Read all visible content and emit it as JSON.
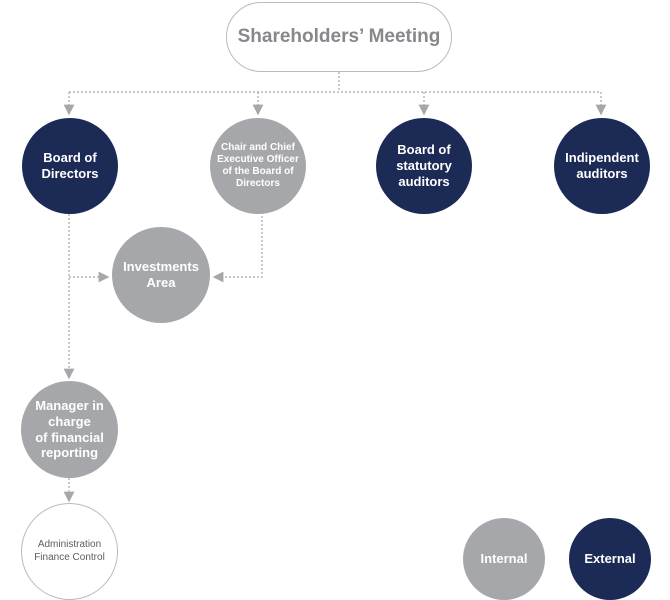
{
  "colors": {
    "external": "#1c2a56",
    "internal": "#a6a7aa",
    "outline": "#b9bbbe",
    "connector": "#a6a7aa"
  },
  "diagram": {
    "top": {
      "label": "Shareholders’ Meeting"
    },
    "nodes": {
      "board_of_directors": "Board of\nDirectors",
      "chair_ceo": "Chair and Chief\nExecutive Officer\nof the Board of\nDirectors",
      "board_statutory_auditors": "Board of\nstatutory\nauditors",
      "independent_auditors": "Indipendent\nauditors",
      "investments_area": "Investments\nArea",
      "manager_financial_reporting": "Manager in\ncharge\nof financial\nreporting",
      "administration_finance_control": "Administration\nFinance Control"
    },
    "legend": {
      "internal": "Internal",
      "external": "External"
    }
  }
}
